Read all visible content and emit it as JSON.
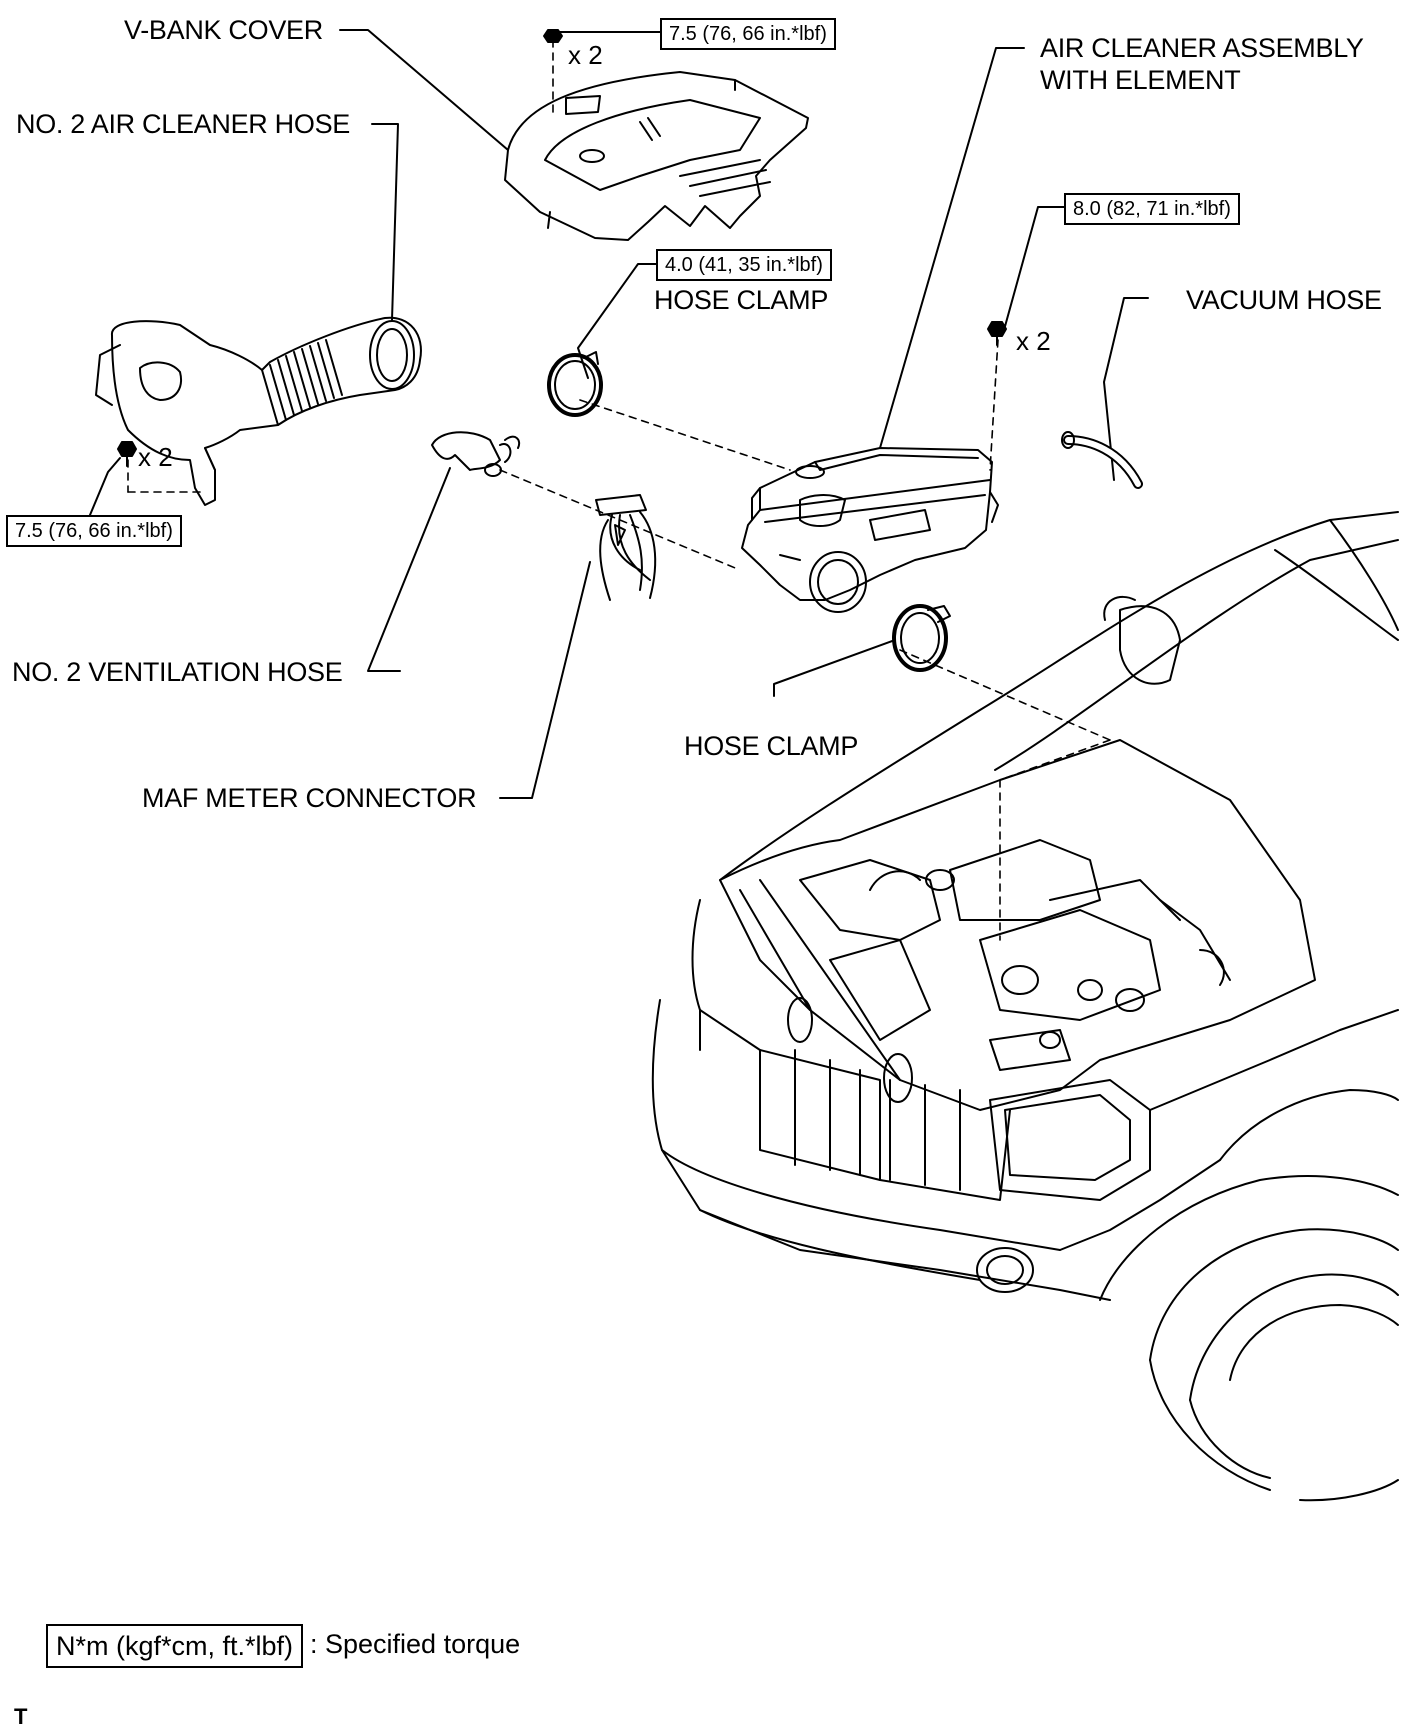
{
  "labels": {
    "v_bank_cover": "V-BANK COVER",
    "no2_air_cleaner_hose": "NO. 2 AIR CLEANER HOSE",
    "air_cleaner_assembly_line1": "AIR CLEANER ASSEMBLY",
    "air_cleaner_assembly_line2": "WITH ELEMENT",
    "hose_clamp_upper": "HOSE CLAMP",
    "vacuum_hose": "VACUUM HOSE",
    "no2_ventilation_hose": "NO. 2 VENTILATION HOSE",
    "hose_clamp_lower": "HOSE CLAMP",
    "maf_meter_connector": "MAF METER CONNECTOR"
  },
  "torques": {
    "cover_nut": "7.5 (76, 66 in.*lbf)",
    "hose_clamp": "4.0 (41, 35 in.*lbf)",
    "assembly_bolt": "8.0 (82, 71 in.*lbf)",
    "hose_bracket_bolt": "7.5 (76, 66 in.*lbf)"
  },
  "multipliers": {
    "cover_nut": "x 2",
    "assembly_bolt": "x 2",
    "hose_bracket_bolt": "x 2"
  },
  "legend": {
    "box": "N*m (kgf*cm, ft.*lbf)",
    "text": ": Specified torque"
  },
  "footer_code": "T"
}
